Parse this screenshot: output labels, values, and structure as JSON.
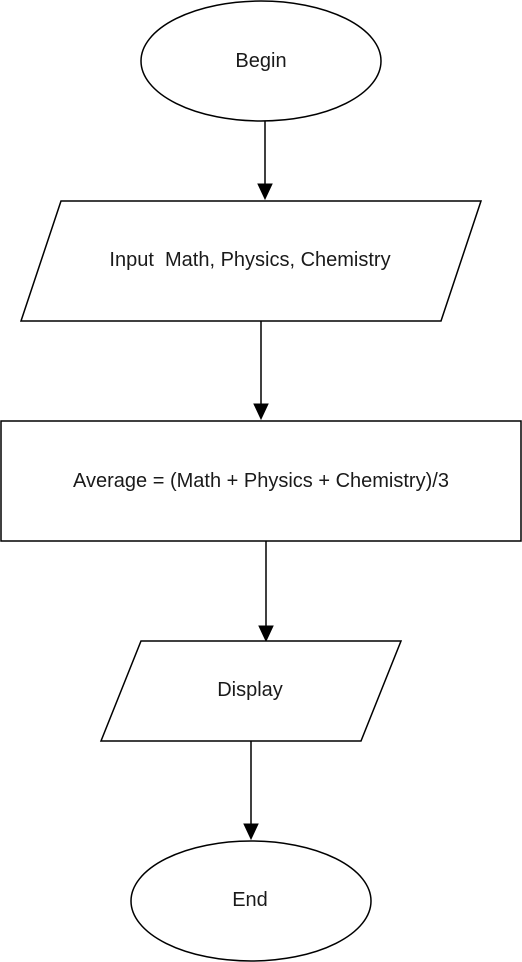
{
  "flowchart": {
    "nodes": [
      {
        "id": "begin",
        "shape": "terminator",
        "label": "Begin"
      },
      {
        "id": "input",
        "shape": "input-output",
        "label": "Input  Math, Physics, Chemistry"
      },
      {
        "id": "average",
        "shape": "process",
        "label": "Average = (Math + Physics + Chemistry)/3"
      },
      {
        "id": "display",
        "shape": "input-output",
        "label": "Display"
      },
      {
        "id": "end",
        "shape": "terminator",
        "label": "End"
      }
    ],
    "edges": [
      {
        "from": "begin",
        "to": "input"
      },
      {
        "from": "input",
        "to": "average"
      },
      {
        "from": "average",
        "to": "display"
      },
      {
        "from": "display",
        "to": "end"
      }
    ],
    "colors": {
      "stroke": "#000000",
      "fill": "#ffffff",
      "text": "#1a1a1a"
    }
  }
}
